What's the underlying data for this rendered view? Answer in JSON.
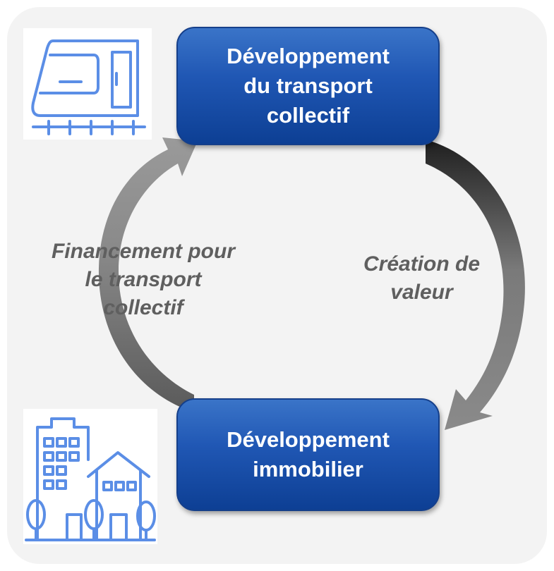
{
  "nodes": {
    "top": {
      "lines": [
        "Développement",
        "du transport",
        "collectif"
      ]
    },
    "bottom": {
      "lines": [
        "Développement",
        "immobilier"
      ]
    }
  },
  "labels": {
    "left": [
      "Financement pour",
      "le transport",
      "collectif"
    ],
    "right": [
      "Création de",
      "valeur"
    ]
  },
  "icons": {
    "top": "train-icon",
    "bottom": "buildings-icon"
  },
  "colors": {
    "node_fill": "#2057b4",
    "arrow": "#6e6e6e",
    "icon_stroke": "#5b8ee6",
    "label_text": "#5f5f5f"
  }
}
